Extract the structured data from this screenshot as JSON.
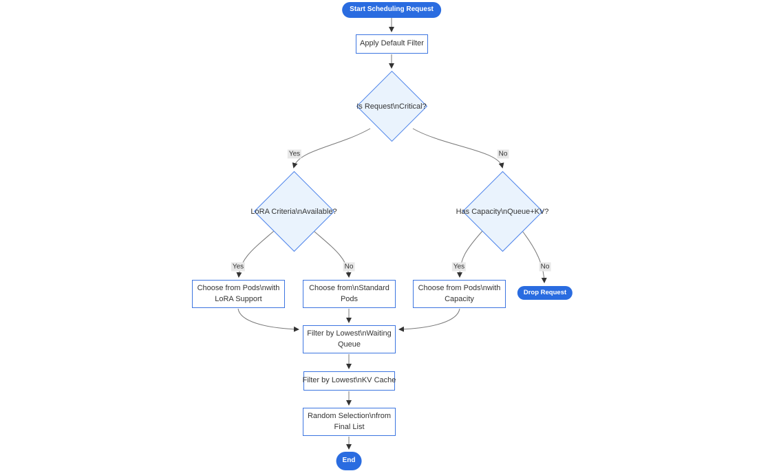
{
  "colors": {
    "accent_fill": "#2a6ce0",
    "node_border": "#3b74e0",
    "decision_fill": "#eaf3fd",
    "decision_border": "#4d83ea",
    "edge_line": "#777777",
    "arrow": "#333333",
    "label_bg": "#e8e8e8",
    "text": "#333333",
    "on_accent": "#ffffff",
    "background": "#ffffff"
  },
  "nodes": {
    "start": "Start Scheduling Request",
    "apply_filter": "Apply Default Filter",
    "is_critical": "Is Request\\nCritical?",
    "lora_available": "LoRA Criteria\\nAvailable?",
    "has_capacity": "Has Capacity\\nQueue+KV?",
    "choose_lora": "Choose from Pods\\nwith LoRA Support",
    "choose_standard": "Choose from\\nStandard Pods",
    "choose_capacity": "Choose from Pods\\nwith Capacity",
    "drop_request": "Drop Request",
    "filter_waiting": "Filter by Lowest\\nWaiting Queue",
    "filter_kv": "Filter by Lowest\\nKV Cache",
    "random_selection": "Random Selection\\nfrom Final List",
    "end": "End"
  },
  "edge_labels": {
    "critical_yes": "Yes",
    "critical_no": "No",
    "lora_yes": "Yes",
    "lora_no": "No",
    "capacity_yes": "Yes",
    "capacity_no": "No"
  },
  "edges": [
    {
      "from": "start",
      "to": "apply_filter",
      "label": ""
    },
    {
      "from": "apply_filter",
      "to": "is_critical",
      "label": ""
    },
    {
      "from": "is_critical",
      "to": "lora_available",
      "label": "Yes"
    },
    {
      "from": "is_critical",
      "to": "has_capacity",
      "label": "No"
    },
    {
      "from": "lora_available",
      "to": "choose_lora",
      "label": "Yes"
    },
    {
      "from": "lora_available",
      "to": "choose_standard",
      "label": "No"
    },
    {
      "from": "has_capacity",
      "to": "choose_capacity",
      "label": "Yes"
    },
    {
      "from": "has_capacity",
      "to": "drop_request",
      "label": "No"
    },
    {
      "from": "choose_lora",
      "to": "filter_waiting",
      "label": ""
    },
    {
      "from": "choose_standard",
      "to": "filter_waiting",
      "label": ""
    },
    {
      "from": "choose_capacity",
      "to": "filter_waiting",
      "label": ""
    },
    {
      "from": "filter_waiting",
      "to": "filter_kv",
      "label": ""
    },
    {
      "from": "filter_kv",
      "to": "random_selection",
      "label": ""
    },
    {
      "from": "random_selection",
      "to": "end",
      "label": ""
    }
  ]
}
